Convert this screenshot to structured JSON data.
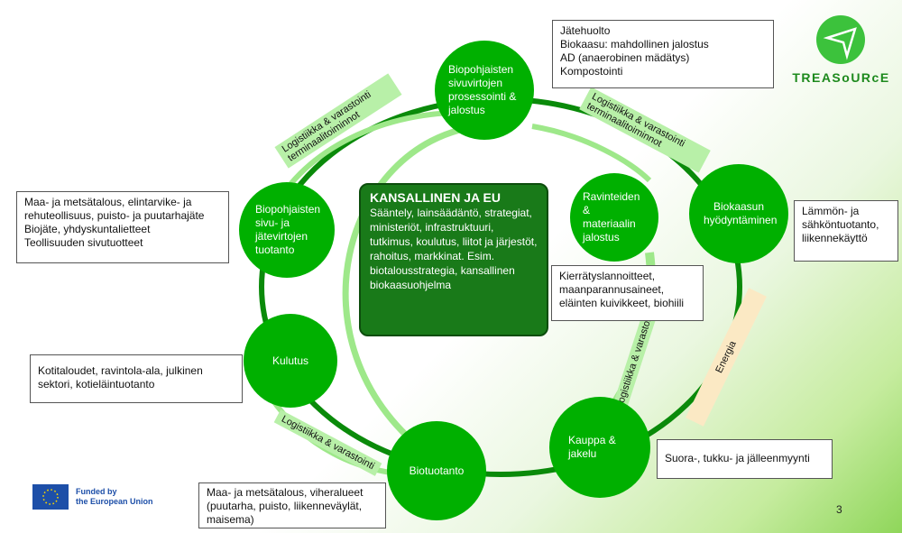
{
  "colors": {
    "node": "#00b000",
    "ring_dark": "#0a8a0a",
    "ring_light": "#9ee88a",
    "center_box": "#197a19",
    "energy_band": "#fbe9c4"
  },
  "logo": {
    "name": "TREASoURcE",
    "icon": "paper-plane-icon"
  },
  "funding": {
    "line1": "Funded by",
    "line2": "the European Union",
    "icon": "eu-flag-icon"
  },
  "page_number": "3",
  "center": {
    "title": "KANSALLINEN JA EU",
    "text": "Sääntely, lainsäädäntö, strategiat, ministeriöt, infrastruktuuri, tutkimus, koulutus, liitot ja järjestöt, rahoitus, markkinat. Esim. biotalousstrategia, kansallinen biokaasuohjelma"
  },
  "nodes": {
    "processing": "Biopohjaisten sivuvirtojen prosessointi & jalostus",
    "nutrients": "Ravinteiden & materiaalin jalostus",
    "biogas": "Biokaasun hyödyntäminen",
    "production": "Biopohjaisten sivu- ja jätevirtojen tuotanto",
    "consumption": "Kulutus",
    "bioproduction": "Biotuotanto",
    "trade": "Kauppa & jakelu"
  },
  "boxes": {
    "processing": [
      "Jätehuolto",
      "Biokaasu: mahdollinen jalostus",
      "AD (anaerobinen mädätys)",
      "Kompostointi"
    ],
    "production": [
      "Maa- ja metsätalous, elintarvike- ja rehuteollisuus, puisto- ja puutarhajäte",
      "Biojäte, yhdyskuntalietteet",
      "Teollisuuden sivutuotteet"
    ],
    "biogas": [
      "Lämmön- ja sähköntuotanto, liikennekäyttö"
    ],
    "nutrients": [
      "Kierrätyslannoitteet, maanparannusaineet, eläinten kuivikkeet, biohiili"
    ],
    "consumption": [
      "Kotitaloudet, ravintola-ala, julkinen sektori, kotieläintuotanto"
    ],
    "trade": [
      "Suora-, tukku- ja jälleenmyynti"
    ],
    "bioproduction": [
      "Maa- ja metsätalous, viheralueet (puutarha, puisto, liikenneväylät, maisema)"
    ]
  },
  "bands": {
    "logistics_left": "Logistiikka & varastointi terminaalitoiminnot",
    "logistics_right": "Logistiikka & varastointi terminaalitoiminnot",
    "logistics_bottom": "Logistiikka & varastointi",
    "logistics_vertical": "Logistiikka & varastointi",
    "energy": "Energia"
  }
}
